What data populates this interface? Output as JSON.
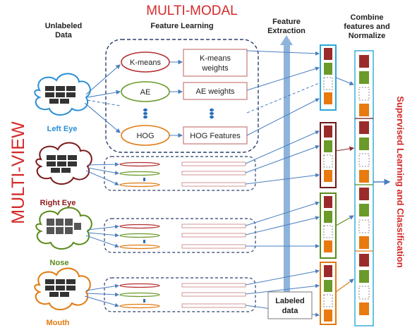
{
  "title_top": "MULTI-MODAL",
  "title_side": "MULTI-VIEW",
  "headers": {
    "unlabeled": [
      "Unlabeled",
      "Data"
    ],
    "feature_learning": "Feature Learning",
    "feature_extraction": [
      "Feature",
      "Extraction"
    ],
    "combine": [
      "Combine",
      "features and",
      "Normalize"
    ]
  },
  "methods": [
    "K-means",
    "AE",
    "HOG"
  ],
  "feature_outputs": [
    [
      "K-means",
      "weights"
    ],
    [
      "AE weights"
    ],
    [
      "HOG Features"
    ]
  ],
  "views": [
    {
      "label": "Left Eye",
      "color": "#2a8fd6"
    },
    {
      "label": "Right Eye",
      "color": "#8b1a1a"
    },
    {
      "label": "Nose",
      "color": "#5a8a1a"
    },
    {
      "label": "Mouth",
      "color": "#e07a10"
    }
  ],
  "labeled_data": [
    "Labeled",
    "data"
  ],
  "supervised": "Supervised Learning and Classification",
  "colors": {
    "dark_red": "#9b2b2b",
    "green": "#6a9a2a",
    "orange": "#e87a10",
    "blue_line": "#4a7fc0",
    "arrow_bar": "#8fb4dc"
  }
}
